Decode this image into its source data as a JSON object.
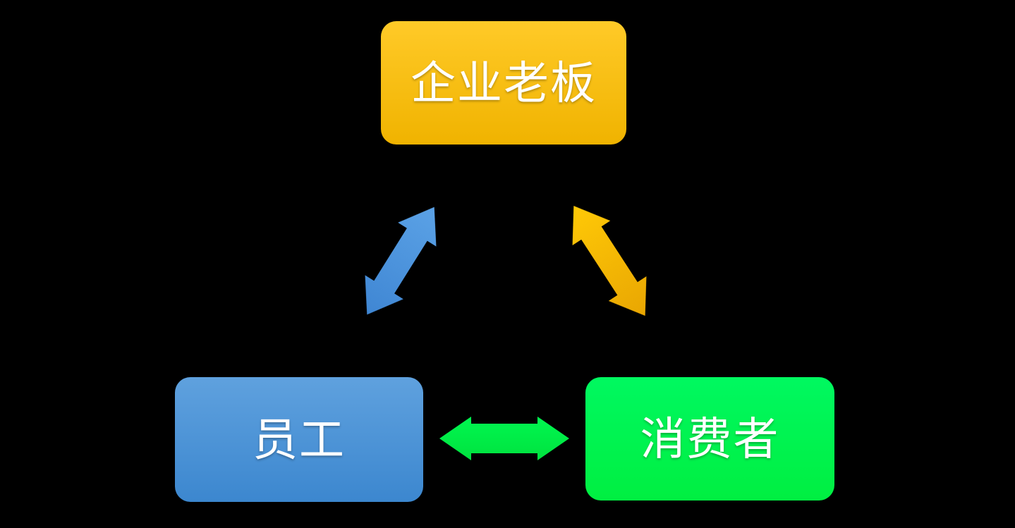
{
  "diagram": {
    "background": "#000000",
    "nodes": [
      {
        "id": "boss",
        "label": "企业老板",
        "shape": "rounded-rectangle",
        "fill_top": "#FFCA28",
        "fill_bottom": "#F0B300",
        "text_color": "#FFFFFF"
      },
      {
        "id": "employee",
        "label": "员工",
        "shape": "rounded-rectangle",
        "fill_top": "#5FA1DE",
        "fill_bottom": "#3C87CF",
        "text_color": "#FFFFFF"
      },
      {
        "id": "consumer",
        "label": "消费者",
        "shape": "rounded-rectangle",
        "fill_top": "#00F860",
        "fill_bottom": "#00EF41",
        "text_color": "#FFFFFF"
      }
    ],
    "connectors": [
      {
        "id": "boss-employee",
        "type": "double-headed-arrow",
        "between": [
          "企业老板",
          "员工"
        ],
        "color_light": "#5BA2E6",
        "color_dark": "#3F86D3"
      },
      {
        "id": "boss-consumer",
        "type": "double-headed-arrow",
        "between": [
          "企业老板",
          "消费者"
        ],
        "color_light": "#FFC907",
        "color_dark": "#E9A602"
      },
      {
        "id": "employee-consumer",
        "type": "double-headed-arrow",
        "between": [
          "员工",
          "消费者"
        ],
        "color_light": "#00F750",
        "color_dark": "#00E23E"
      }
    ]
  },
  "colors": {
    "background": "#000000",
    "text": "#FFFFFF",
    "boss-top": "#FFCA28",
    "boss-bottom": "#F0B300",
    "employee-top": "#5FA1DE",
    "employee-bottom": "#3C87CF",
    "consumer-top": "#00F860",
    "consumer-bottom": "#00EF41",
    "arrow-blue-light": "#5BA2E6",
    "arrow-blue-dark": "#3F86D3",
    "arrow-gold-light": "#FFC907",
    "arrow-gold-dark": "#E9A602",
    "arrow-green-light": "#00F750",
    "arrow-green-dark": "#00E23E"
  }
}
